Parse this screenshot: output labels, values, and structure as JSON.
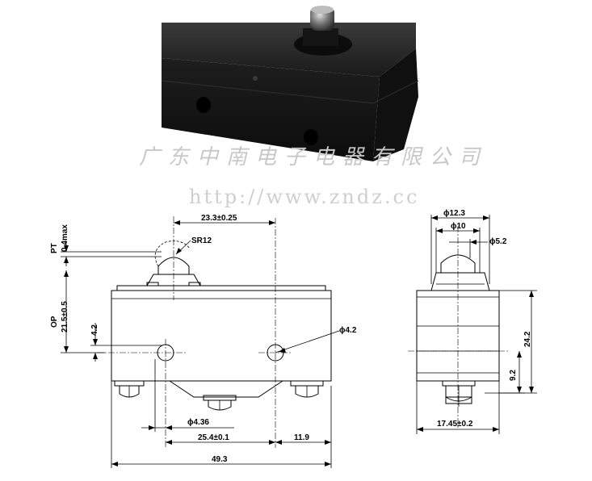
{
  "watermark": {
    "company": "广东中南电子电器有限公司",
    "url": "http://www.zndz.cc"
  },
  "front_view": {
    "width_top": "23.3±0.25",
    "sphere_radius": "SR12",
    "pt_label": "PT",
    "pt_value": "0.4max",
    "op_label": "OP",
    "op_value": "21.5±0.5",
    "hole_offset": "4.2",
    "hole_dia": "ϕ4.2",
    "small_hole_dia": "ϕ4.36",
    "hole_spacing": "25.4±0.1",
    "right_offset": "11.9",
    "overall_length": "49.3"
  },
  "side_view": {
    "cap_dia": "ϕ12.3",
    "plunger_dia": "ϕ10",
    "tip_dia": "ϕ5.2",
    "height": "24.2",
    "terminal_offset": "9.2",
    "width": "17.45±0.2"
  },
  "colors": {
    "body": "#141414",
    "body_edge": "#2a2a2a",
    "line": "#000000",
    "watermark": "#c8c8c8"
  }
}
